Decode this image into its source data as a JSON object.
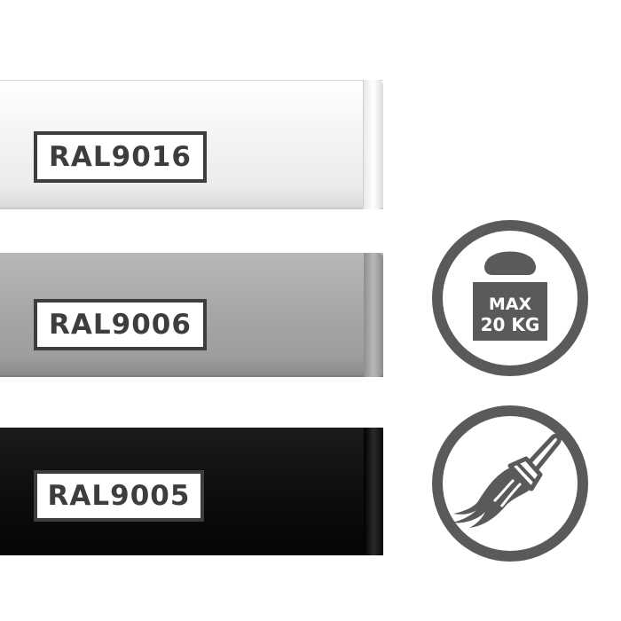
{
  "swatches": [
    {
      "label": "RAL9016",
      "color": "#f4f4f4"
    },
    {
      "label": "RAL9006",
      "color": "#a6a6a6"
    },
    {
      "label": "RAL9005",
      "color": "#0b0b0b"
    }
  ],
  "weight_badge": {
    "line1": "MAX",
    "line2": "20 KG",
    "icon": "weight-icon"
  },
  "paint_badge": {
    "icon": "paint-brush-icon"
  },
  "colors": {
    "label_border": "#3d3d3d",
    "badge": "#5a5a5a"
  }
}
